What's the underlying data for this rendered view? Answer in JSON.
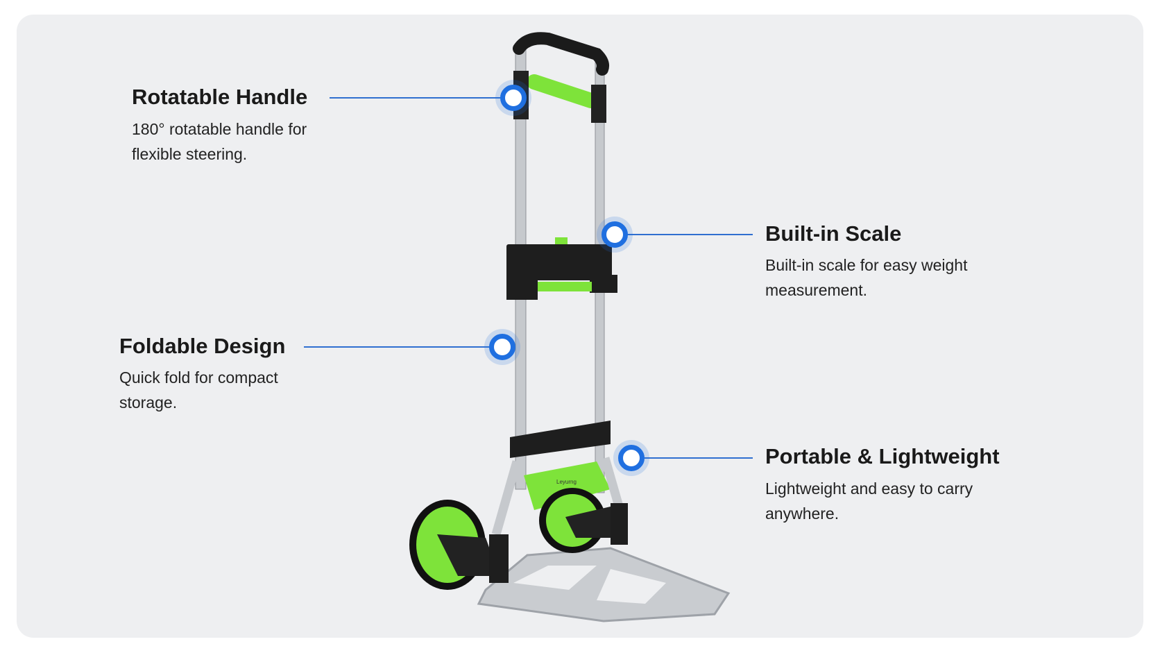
{
  "features": [
    {
      "title": "Rotatable Handle",
      "desc": "180° rotatable handle for flexible steering."
    },
    {
      "title": "Built-in Scale",
      "desc": "Built-in scale for easy weight measurement."
    },
    {
      "title": "Foldable Design",
      "desc": "Quick fold for compact storage."
    },
    {
      "title": "Portable & Lightweight",
      "desc": "Lightweight and easy to carry anywhere."
    }
  ],
  "product": {
    "brand": "Leyurng"
  },
  "colors": {
    "accent": "#1f6fe0",
    "green": "#7ee33a",
    "card": "#eeeff1"
  }
}
